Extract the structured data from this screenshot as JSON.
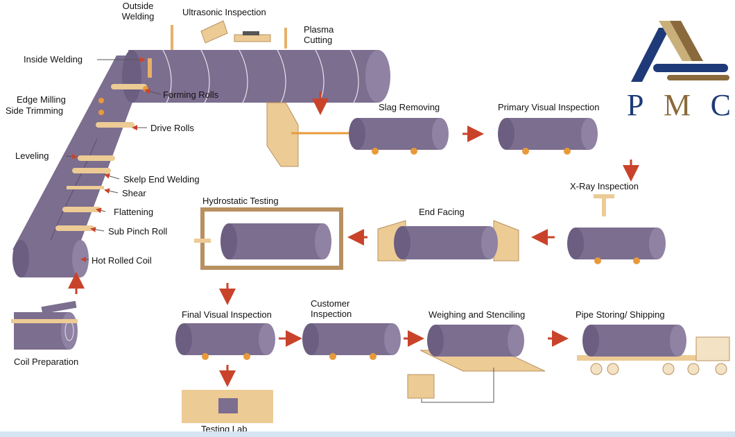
{
  "colors": {
    "pipe": "#7c6e8f",
    "pipe_dark": "#5a4d6e",
    "roll": "#e8b06a",
    "wood": "#eccb95",
    "arrow": "#c9432b",
    "logo_blue": "#1f3a78",
    "logo_gold": "#8a6a3c"
  },
  "logo": {
    "letters": [
      "P",
      "M",
      "C"
    ],
    "mark": "stacked-pipes-logo"
  },
  "labels": {
    "outside_welding": "Outside\nWelding",
    "ultrasonic_inspection": "Ultrasonic Inspection",
    "plasma_cutting": "Plasma\nCutting",
    "inside_welding": "Inside Welding",
    "forming_rolls": "Forming Rolls",
    "edge_milling": "Edge Milling",
    "side_trimming": "Side Trimming",
    "drive_rolls": "Drive Rolls",
    "leveling": "Leveling",
    "skelp_end_welding": "Skelp End Welding",
    "shear": "Shear",
    "flattening": "Flattening",
    "sub_pinch_roll": "Sub Pinch Roll",
    "hot_rolled_coil": "Hot Rolled Coil",
    "coil_preparation": "Coil Preparation",
    "slag_removing": "Slag Removing",
    "primary_visual_inspection": "Primary Visual Inspection",
    "xray_inspection": "X-Ray Inspection",
    "end_facing": "End Facing",
    "hydrostatic_testing": "Hydrostatic Testing",
    "final_visual_inspection": "Final Visual Inspection",
    "customer_inspection": "Customer\nInspection",
    "weighing_and_stenciling": "Weighing and Stenciling",
    "pipe_storing_shipping": "Pipe Storing/ Shipping",
    "testing_lab": "Testing Lab"
  }
}
